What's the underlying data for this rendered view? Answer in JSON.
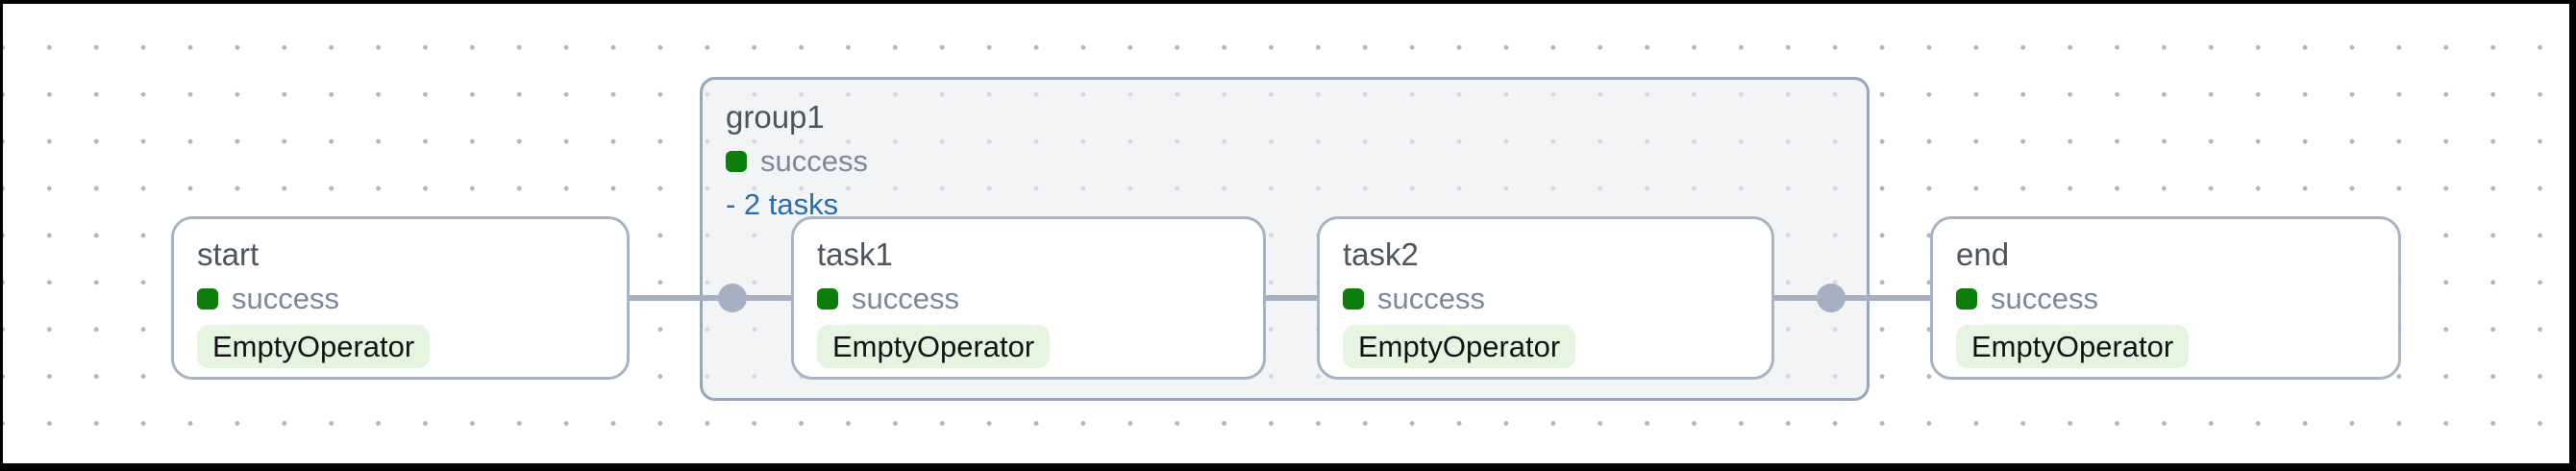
{
  "group": {
    "label": "group1",
    "state": "success",
    "tasks_label": "- 2 tasks"
  },
  "nodes": [
    {
      "id": "start",
      "label": "start",
      "state": "success",
      "operator": "EmptyOperator"
    },
    {
      "id": "task1",
      "label": "task1",
      "state": "success",
      "operator": "EmptyOperator"
    },
    {
      "id": "task2",
      "label": "task2",
      "state": "success",
      "operator": "EmptyOperator"
    },
    {
      "id": "end",
      "label": "end",
      "state": "success",
      "operator": "EmptyOperator"
    }
  ],
  "edges": [
    {
      "from": "start",
      "to": "task1",
      "junction_dot": true
    },
    {
      "from": "task1",
      "to": "task2",
      "junction_dot": false
    },
    {
      "from": "task2",
      "to": "end",
      "junction_dot": true
    }
  ],
  "colors": {
    "success_green": "#0b7e0b",
    "operator_pill_bg": "#e6f5e1",
    "status_text": "#7b889c",
    "node_title": "#4e545b",
    "node_border": "#a8b3c5",
    "group_border": "#9aa6b9",
    "group_bg": "#eef0f3",
    "edge": "#a6b0c2",
    "link_blue": "#2b6cb0",
    "grid_dot": "#b2b6bd",
    "frame": "#000000"
  }
}
